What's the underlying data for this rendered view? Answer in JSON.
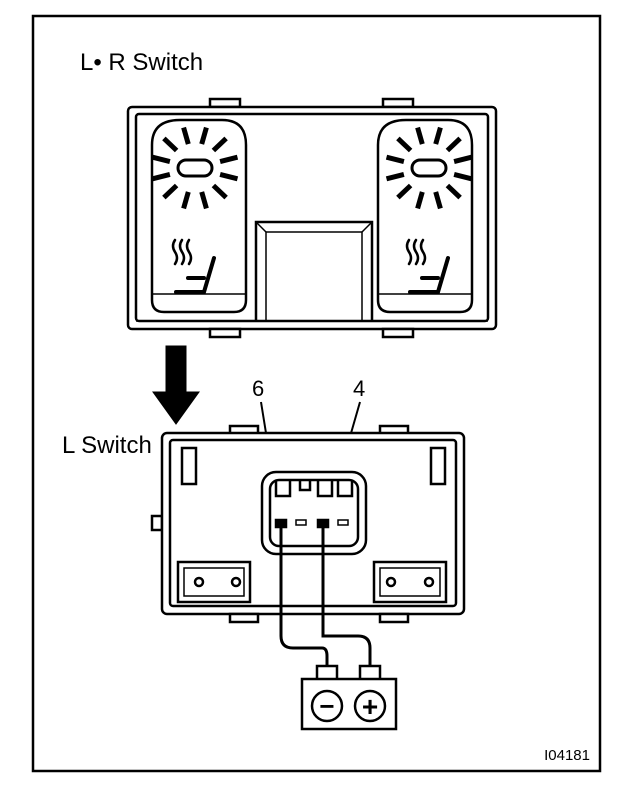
{
  "title_top": "L• R Switch",
  "title_bottom": "L Switch",
  "terminal_left": "6",
  "terminal_right": "4",
  "battery_neg_symbol": "−",
  "battery_pos_symbol": "+",
  "figure_code": "I04181",
  "icons": {
    "indicator": "sun-ray-indicator-icon",
    "seat_heater": "seat-heater-icon",
    "arrow": "down-arrow-icon"
  }
}
